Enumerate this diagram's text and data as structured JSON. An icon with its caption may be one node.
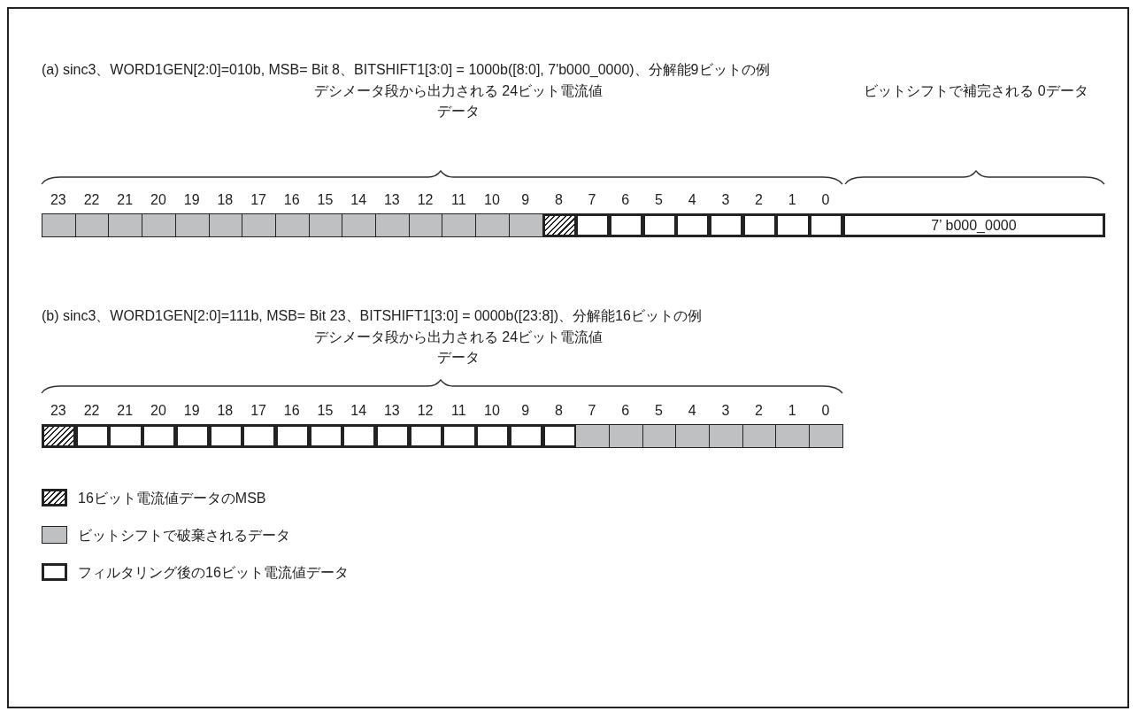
{
  "diagram": {
    "labels": [
      "(a) sinc3、WORD1GEN[2:0]=010b, MSB= Bit 8、BITSHIFT1[3:0] = 1000b([8:0], 7'b000_0000)、分解能9ビットの例",
      "デシメータ段から出力される 24ビット電流値データ",
      "ビットシフトで補完される 0データ",
      "23",
      "22",
      "21",
      "20",
      "19",
      "18",
      "17",
      "16",
      "15",
      "14",
      "13",
      "12",
      "11",
      "10",
      "9",
      "8",
      "7",
      "6",
      "5",
      "4",
      "3",
      "2",
      "1",
      "0",
      "7’ b000_0000",
      "(b) sinc3、WORD1GEN[2:0]=111b, MSB= Bit 23、BITSHIFT1[3:0] = 0000b([23:8])、分解能16ビットの例",
      "デシメータ段から出力される 24ビット電流値データ",
      "23",
      "22",
      "21",
      "20",
      "19",
      "18",
      "17",
      "16",
      "15",
      "14",
      "13",
      "12",
      "11",
      "10",
      "9",
      "8",
      "7",
      "6",
      "5",
      "4",
      "3",
      "2",
      "1",
      "0"
    ],
    "legend": [
      {
        "text": "16ビット電流値データのMSB"
      },
      {
        "text": "ビットシフトで破棄されるデータ",
        "color": "#bfc0c2"
      },
      {
        "text": "フィルタリング後の16ビット電流値データ"
      }
    ]
  }
}
